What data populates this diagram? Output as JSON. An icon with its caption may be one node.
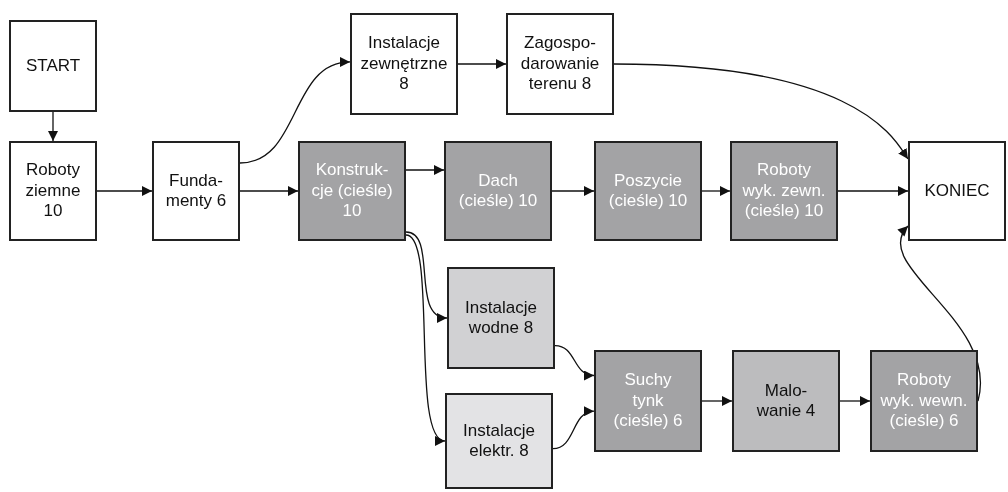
{
  "diagram": {
    "nodes": [
      {
        "text": [
          "START"
        ]
      },
      {
        "text": [
          "Roboty ziemne 10"
        ]
      },
      {
        "text": [
          "Funda- menty 6"
        ]
      },
      {
        "text": [
          "Instalacje zewnętrzne 8"
        ]
      },
      {
        "text": [
          "Zagospo- darowanie terenu 8"
        ]
      },
      {
        "text": [
          "Konstruk- cje (cieśle) 10"
        ]
      },
      {
        "text": [
          "Dach (cieśle) 10"
        ]
      },
      {
        "text": [
          "Poszycie (cieśle) 10"
        ]
      },
      {
        "text": [
          "Roboty wyk. zewn. (cieśle) 10"
        ]
      },
      {
        "text": [
          "KONIEC"
        ]
      },
      {
        "text": [
          "Instalacje wodne 8"
        ]
      },
      {
        "text": [
          "Instalacje elektr. 8"
        ]
      },
      {
        "text": [
          "Suchy tynk (cieśle) 6"
        ]
      },
      {
        "text": [
          "Malo- wanie 4"
        ]
      },
      {
        "text": [
          "Roboty wyk. wewn. (cieśle) 6"
        ]
      }
    ],
    "edges": [
      {
        "from": 0,
        "to": 1,
        "arrow": "to"
      },
      {
        "from": 1,
        "to": 2,
        "arrow": "to"
      },
      {
        "from": 2,
        "to": 3,
        "arrow": "to"
      },
      {
        "from": 2,
        "to": 5,
        "arrow": "to"
      },
      {
        "from": 3,
        "to": 4,
        "arrow": "to"
      },
      {
        "from": 4,
        "to": 9,
        "arrow": "to"
      },
      {
        "from": 5,
        "to": 6,
        "arrow": "to"
      },
      {
        "from": 6,
        "to": 7,
        "arrow": "to"
      },
      {
        "from": 7,
        "to": 8,
        "arrow": "to"
      },
      {
        "from": 8,
        "to": 9,
        "arrow": "to"
      },
      {
        "from": 5,
        "to": 10,
        "arrow": "to"
      },
      {
        "from": 5,
        "to": 11,
        "arrow": "to"
      },
      {
        "from": 10,
        "to": 12,
        "arrow": "to"
      },
      {
        "from": 11,
        "to": 12,
        "arrow": "to"
      },
      {
        "from": 12,
        "to": 13,
        "arrow": "to"
      },
      {
        "from": 13,
        "to": 14,
        "arrow": "to"
      },
      {
        "from": 14,
        "to": 9,
        "arrow": "to"
      }
    ]
  }
}
